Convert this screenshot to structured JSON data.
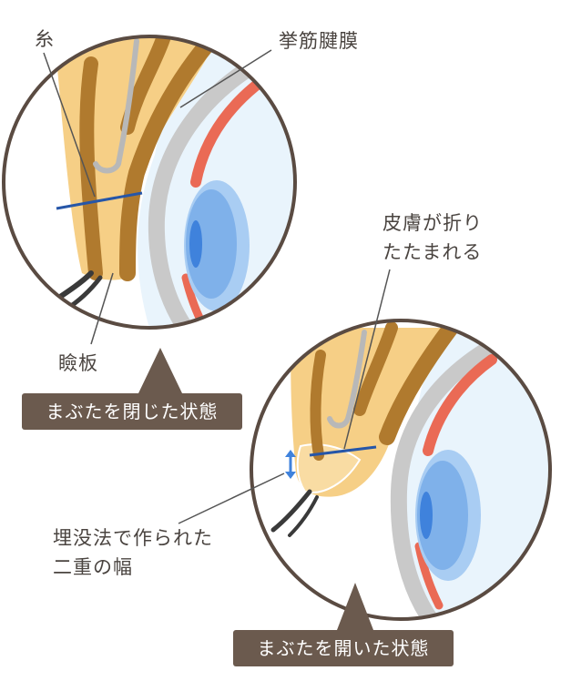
{
  "labels": {
    "thread": "糸",
    "levator_aponeurosis": "挙筋腱膜",
    "skin_folds_line1": "皮膚が折り",
    "skin_folds_line2": "たたまれる",
    "tarsal_plate": "瞼板",
    "fold_width_line1": "埋没法で作られた",
    "fold_width_line2": "二重の幅"
  },
  "captions": {
    "closed": "まぶたを閉じた状態",
    "open": "まぶたを開いた状態"
  },
  "colors": {
    "skin_light": "#f6cf86",
    "muscle_brown": "#b07a2e",
    "iris_blue": "#3f82dc",
    "thread_blue": "#2656a8",
    "vessel_red": "#ea6a55",
    "sclera_gray": "#c9c9c9",
    "caption_bg": "#6b5a4e",
    "text_dark": "#4a4440"
  }
}
